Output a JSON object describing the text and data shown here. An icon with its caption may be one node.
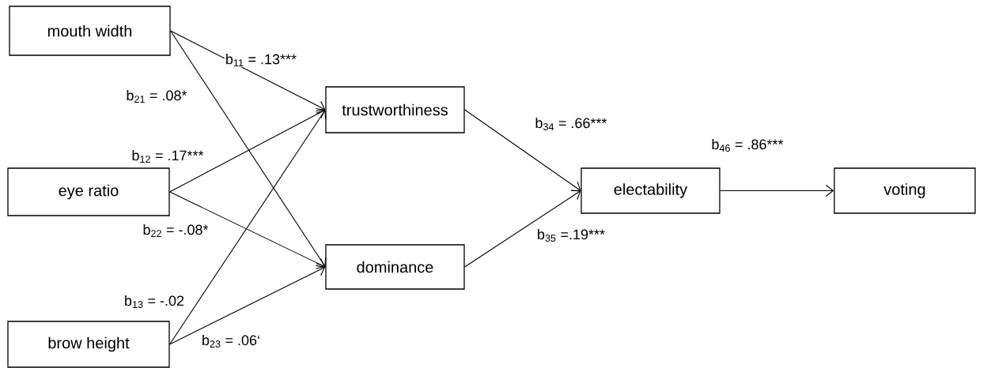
{
  "diagram": {
    "nodes": [
      {
        "text": [
          "mouth width"
        ]
      },
      {
        "text": [
          "eye ratio"
        ]
      },
      {
        "text": [
          "brow height"
        ]
      },
      {
        "text": [
          "trustworthiness"
        ]
      },
      {
        "text": [
          "dominance"
        ]
      },
      {
        "text": [
          "electability"
        ]
      },
      {
        "text": [
          "voting"
        ]
      }
    ],
    "edges": [
      {
        "from": 0,
        "to": 3,
        "arrow": "to",
        "label": "b$_{11}$ = .13***"
      },
      {
        "from": 0,
        "to": 4,
        "arrow": "to",
        "label": "b$_{21}$ = .08*"
      },
      {
        "from": 1,
        "to": 3,
        "arrow": "to",
        "label": "b$_{12}$ = .17***"
      },
      {
        "from": 1,
        "to": 4,
        "arrow": "to",
        "label": "b$_{22}$ = -.08*"
      },
      {
        "from": 2,
        "to": 3,
        "arrow": "to",
        "label": "b$_{13}$ = -.02"
      },
      {
        "from": 2,
        "to": 4,
        "arrow": "to",
        "label": "b$_{23}$ = .06‘"
      },
      {
        "from": 3,
        "to": 5,
        "arrow": "to",
        "label": "b$_{34}$ = .66***"
      },
      {
        "from": 4,
        "to": 5,
        "arrow": "to",
        "label": "b$_{35}$ =.19***"
      },
      {
        "from": 5,
        "to": 6,
        "arrow": "to",
        "label": "b$_{46}$ = .86***"
      }
    ]
  }
}
